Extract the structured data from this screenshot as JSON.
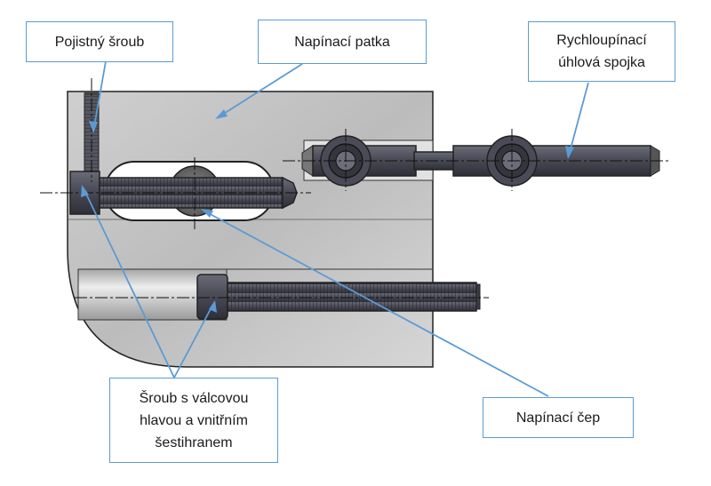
{
  "callouts": {
    "locking_screw": "Pojistný šroub",
    "clamping_foot": "Napínací patka",
    "quick_clamp_line1": "Rychloupínací",
    "quick_clamp_line2": "úhlová spojka",
    "cap_screw_line1": "Šroub s válcovou",
    "cap_screw_line2": "hlavou a vnitřním",
    "cap_screw_line3": "šestihranem",
    "clamping_pin": "Napínací čep"
  },
  "colors": {
    "callout_border": "#5b9bd5",
    "leader_line": "#5b9bd5",
    "screw": "#4e4f5a",
    "body": "#c8c8c8"
  }
}
